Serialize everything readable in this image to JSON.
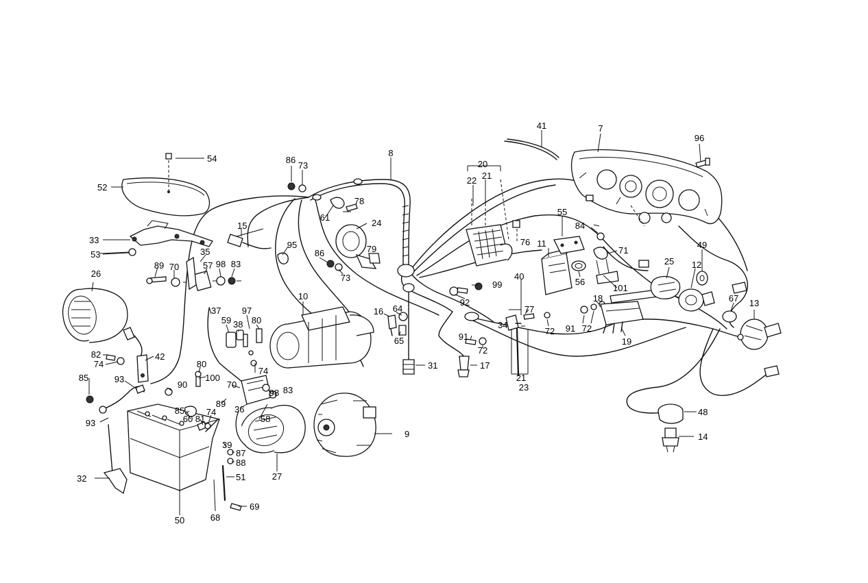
{
  "diagram": {
    "labels": {
      "l7": "7",
      "l8": "8",
      "l9": "9",
      "l10": "10",
      "l11": "11",
      "l12": "12",
      "l13": "13",
      "l14": "14",
      "l15": "15",
      "l16": "16",
      "l17": "17",
      "l18": "18",
      "l19": "19",
      "l20": "20",
      "l21a": "21",
      "l21b": "21",
      "l22": "22",
      "l23": "23",
      "l24": "24",
      "l25": "25",
      "l26": "26",
      "l27": "27",
      "l31": "31",
      "l32": "32",
      "l33": "33",
      "l34": "34",
      "l35": "35",
      "l36": "36",
      "l37": "37",
      "l38": "38",
      "l39": "39",
      "l40": "40",
      "l41": "41",
      "l42": "42",
      "l48": "48",
      "l49": "49",
      "l50": "50",
      "l51": "51",
      "l52": "52",
      "l53": "53",
      "l54": "54",
      "l55": "55",
      "l56": "56",
      "l57": "57",
      "l58": "58",
      "l59": "59",
      "l60": "60",
      "l61": "61",
      "l64": "64",
      "l65": "65",
      "l67": "67",
      "l68": "68",
      "l69": "69",
      "l70a": "70",
      "l70b": "70",
      "l71": "71",
      "l72a": "72",
      "l72b": "72",
      "l72c": "72",
      "l73a": "73",
      "l73b": "73",
      "l74a": "74",
      "l74b": "74",
      "l74c": "74",
      "l76": "76",
      "l77": "77",
      "l78": "78",
      "l79": "79",
      "l80a": "80",
      "l80b": "80",
      "l81": "81",
      "l82": "82",
      "l83a": "83",
      "l83b": "83",
      "l84": "84",
      "l85a": "85",
      "l85b": "85",
      "l86a": "86",
      "l86b": "86",
      "l87": "87",
      "l88": "88",
      "l89a": "89",
      "l89b": "89",
      "l90": "90",
      "l91a": "91",
      "l91b": "91",
      "l92": "92",
      "l93a": "93",
      "l93b": "93",
      "l95": "95",
      "l96": "96",
      "l97": "97",
      "l98a": "98",
      "l98b": "98",
      "l99": "99",
      "l100": "100",
      "l101": "101"
    }
  }
}
